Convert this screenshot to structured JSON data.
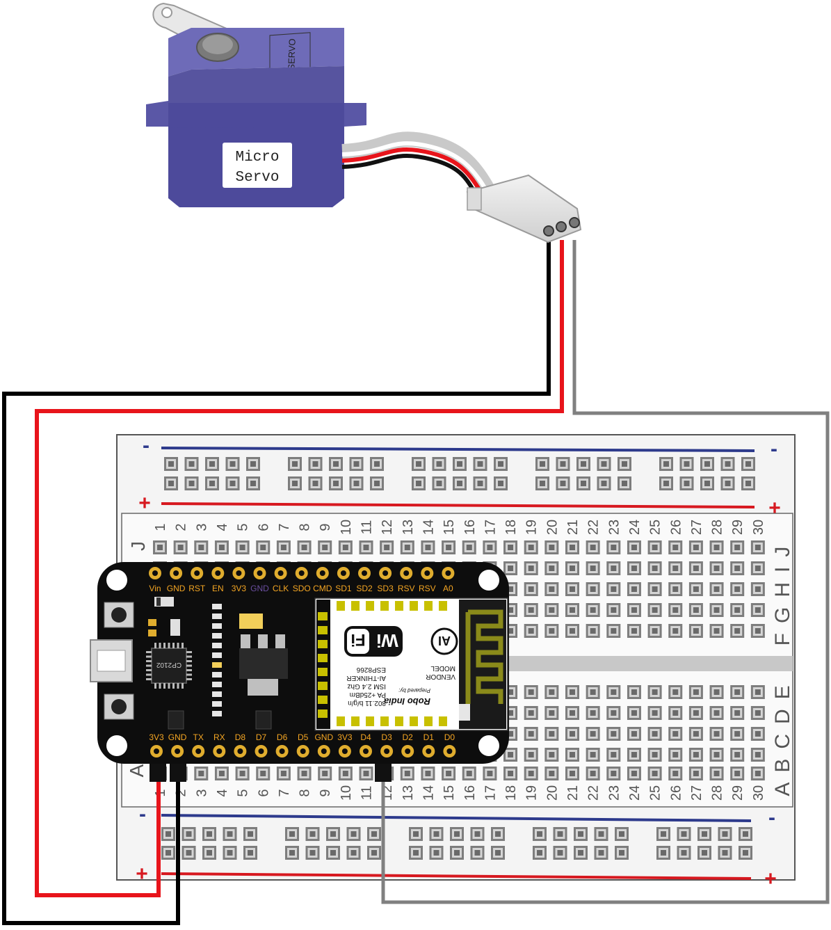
{
  "servo": {
    "side_label": "SERVO",
    "front_label_line1": "Micro",
    "front_label_line2": "Servo"
  },
  "breadboard": {
    "rail_minus": "-",
    "rail_plus": "+",
    "row_letters_top": [
      "J",
      "I",
      "H",
      "G",
      "F"
    ],
    "row_letters_bottom": [
      "E",
      "D",
      "C",
      "B",
      "A"
    ],
    "column_numbers": [
      "1",
      "2",
      "3",
      "4",
      "5",
      "6",
      "7",
      "8",
      "9",
      "10",
      "11",
      "12",
      "13",
      "14",
      "15",
      "16",
      "17",
      "18",
      "19",
      "20",
      "21",
      "22",
      "23",
      "24",
      "25",
      "26",
      "27",
      "28",
      "29",
      "30"
    ],
    "label_j": "J",
    "label_a": "A"
  },
  "nodemcu": {
    "top_pins": [
      "Vin",
      "GND",
      "RST",
      "EN",
      "3V3",
      "GND",
      "CLK",
      "SDO",
      "CMD",
      "SD1",
      "SD2",
      "SD3",
      "RSV",
      "RSV",
      "A0"
    ],
    "bottom_pins": [
      "3V3",
      "GND",
      "TX",
      "RX",
      "D8",
      "D7",
      "D6",
      "D5",
      "GND",
      "3V3",
      "D4",
      "D3",
      "D2",
      "D1",
      "D0"
    ],
    "usb_chip": "CP2102",
    "module": {
      "brand": "Robo India",
      "prepared_by": "Prepared by:",
      "lines": [
        "802.11 b/g/n",
        "PA +25dBm",
        "ISM 2.4 Ghz",
        "AI-THINKER",
        "ESP8266"
      ],
      "model": "MODEL",
      "vendor": "VENDOR",
      "wifi_w": "Wi",
      "wifi_f": "Fi",
      "ai_logo": "AI"
    }
  },
  "colors": {
    "servo_body": "#4d4a9b",
    "servo_light": "#6e6bb8",
    "wire_red": "#e8141b",
    "wire_black": "#000000",
    "wire_gray": "#808080",
    "rail_blue": "#2d3a8c",
    "rail_red": "#d71920",
    "board_black": "#0d0d0d",
    "pin_gold": "#e0ad2e",
    "label_orange": "#f5a623",
    "hole_gray": "#8c8c8c"
  }
}
